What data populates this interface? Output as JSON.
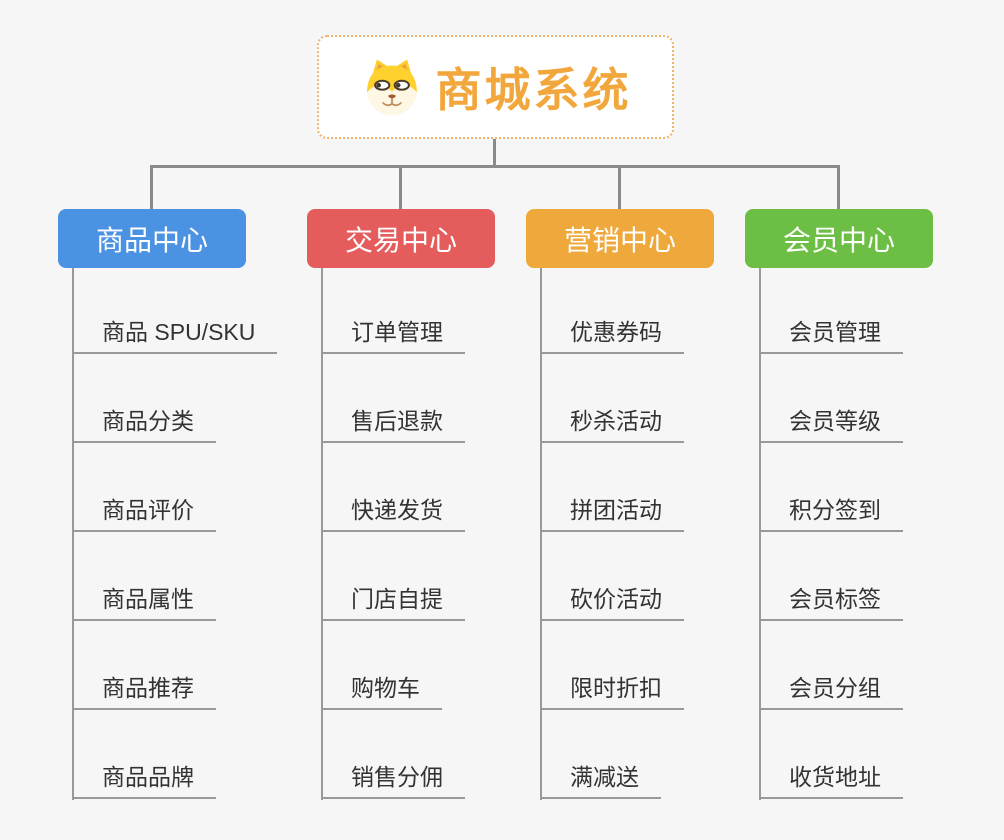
{
  "canvas": {
    "background_color": "#F6F6F6",
    "connector_color": "#8A8A8A",
    "branch_line_color": "#999999"
  },
  "root": {
    "title": "商城系统",
    "icon": "dog-face-icon",
    "text_color": "#F1A73C",
    "border_color": "#EFB269"
  },
  "branches": [
    {
      "label": "商品中心",
      "color": "#4B92E3",
      "items": [
        "商品 SPU/SKU",
        "商品分类",
        "商品评价",
        "商品属性",
        "商品推荐",
        "商品品牌"
      ]
    },
    {
      "label": "交易中心",
      "color": "#E45C5C",
      "items": [
        "订单管理",
        "售后退款",
        "快递发货",
        "门店自提",
        "购物车",
        "销售分佣"
      ]
    },
    {
      "label": "营销中心",
      "color": "#EFA83B",
      "items": [
        "优惠券码",
        "秒杀活动",
        "拼团活动",
        "砍价活动",
        "限时折扣",
        "满减送"
      ]
    },
    {
      "label": "会员中心",
      "color": "#6CBE44",
      "items": [
        "会员管理",
        "会员等级",
        "积分签到",
        "会员标签",
        "会员分组",
        "收货地址"
      ]
    }
  ]
}
